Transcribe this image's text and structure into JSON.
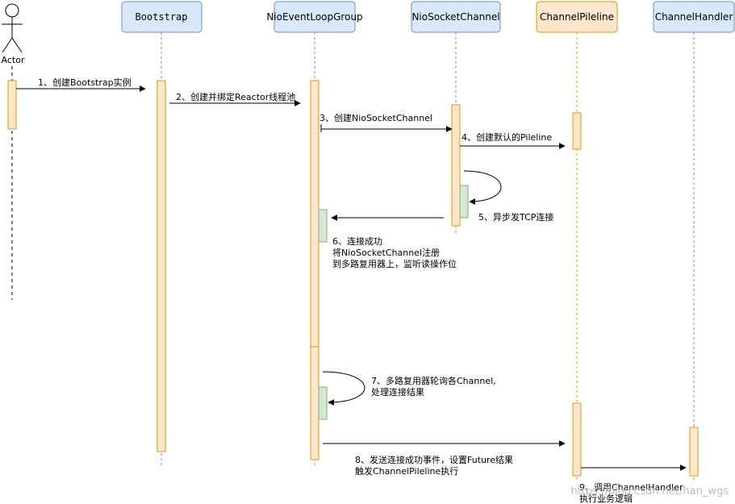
{
  "actor": {
    "label": "Actor"
  },
  "participants": [
    {
      "label": "Bootstrap"
    },
    {
      "label": "NioEventLoopGroup"
    },
    {
      "label": "NioSocketChannel"
    },
    {
      "label": "ChannelPileline"
    },
    {
      "label": "ChannelHandler"
    }
  ],
  "messages": [
    {
      "lines": [
        "1、创建Bootstrap实例"
      ]
    },
    {
      "lines": [
        "2、创建并绑定Reactor线程池"
      ]
    },
    {
      "lines": [
        "3、创建NioSocketChannel"
      ]
    },
    {
      "lines": [
        "4、创建默认的Pileline"
      ]
    },
    {
      "lines": [
        "5、异步发TCP连接"
      ]
    },
    {
      "lines": [
        "6、连接成功",
        "将NioSocketChannel注册",
        "到多路复用器上，监听读操作位"
      ]
    },
    {
      "lines": [
        "7、多路复用器轮询各Channel,",
        "处理连接结果"
      ]
    },
    {
      "lines": [
        "8、发送连接成功事件，设置Future结果",
        "触发ChannelPileline执行"
      ]
    },
    {
      "lines": [
        "9、调用ChannelHandler",
        "执行业务逻辑"
      ]
    }
  ],
  "watermark": "https://blog.csdn.net/han_wgs",
  "colors": {
    "participant_fill": "#dae8fc",
    "participant_stroke": "#6c8ebf",
    "highlight_fill": "#ffe6cc",
    "highlight_stroke": "#d79b00",
    "activation_fill": "#ffe6cc",
    "activation_stroke": "#d79b00",
    "nested_fill": "#d5e8d4",
    "nested_stroke": "#82b366",
    "lifeline": "#6c8ebf"
  }
}
